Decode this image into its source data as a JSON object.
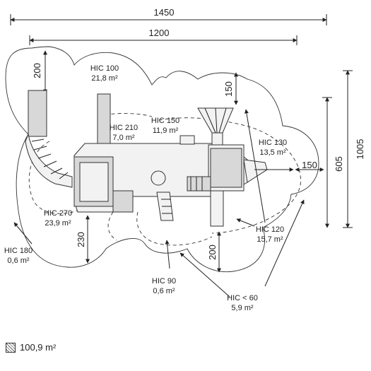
{
  "dimensions": {
    "overall_width": "1450",
    "inner_width": "1200",
    "overall_height": "1005",
    "inner_height": "605",
    "top_left": "200",
    "top_center": "150",
    "right": "150",
    "bottom_left": "230",
    "bottom_center": "200"
  },
  "zones": [
    {
      "name": "HIC 100",
      "area": "21,8 m²"
    },
    {
      "name": "HIC 210",
      "area": "7,0 m²"
    },
    {
      "name": "HIC 150",
      "area": "11,9 m²"
    },
    {
      "name": "HIC 130",
      "area": "13,5 m²"
    },
    {
      "name": "HIC 270",
      "area": "23,9 m²"
    },
    {
      "name": "HIC 120",
      "area": "15,7 m²"
    },
    {
      "name": "HIC 180",
      "area": "0,6 m²"
    },
    {
      "name": "HIC 90",
      "area": "0,6 m²"
    },
    {
      "name": "HIC < 60",
      "area": "5,9 m²"
    }
  ],
  "legend": {
    "total_area": "100,9 m²",
    "icon": "hatched-area-icon"
  }
}
